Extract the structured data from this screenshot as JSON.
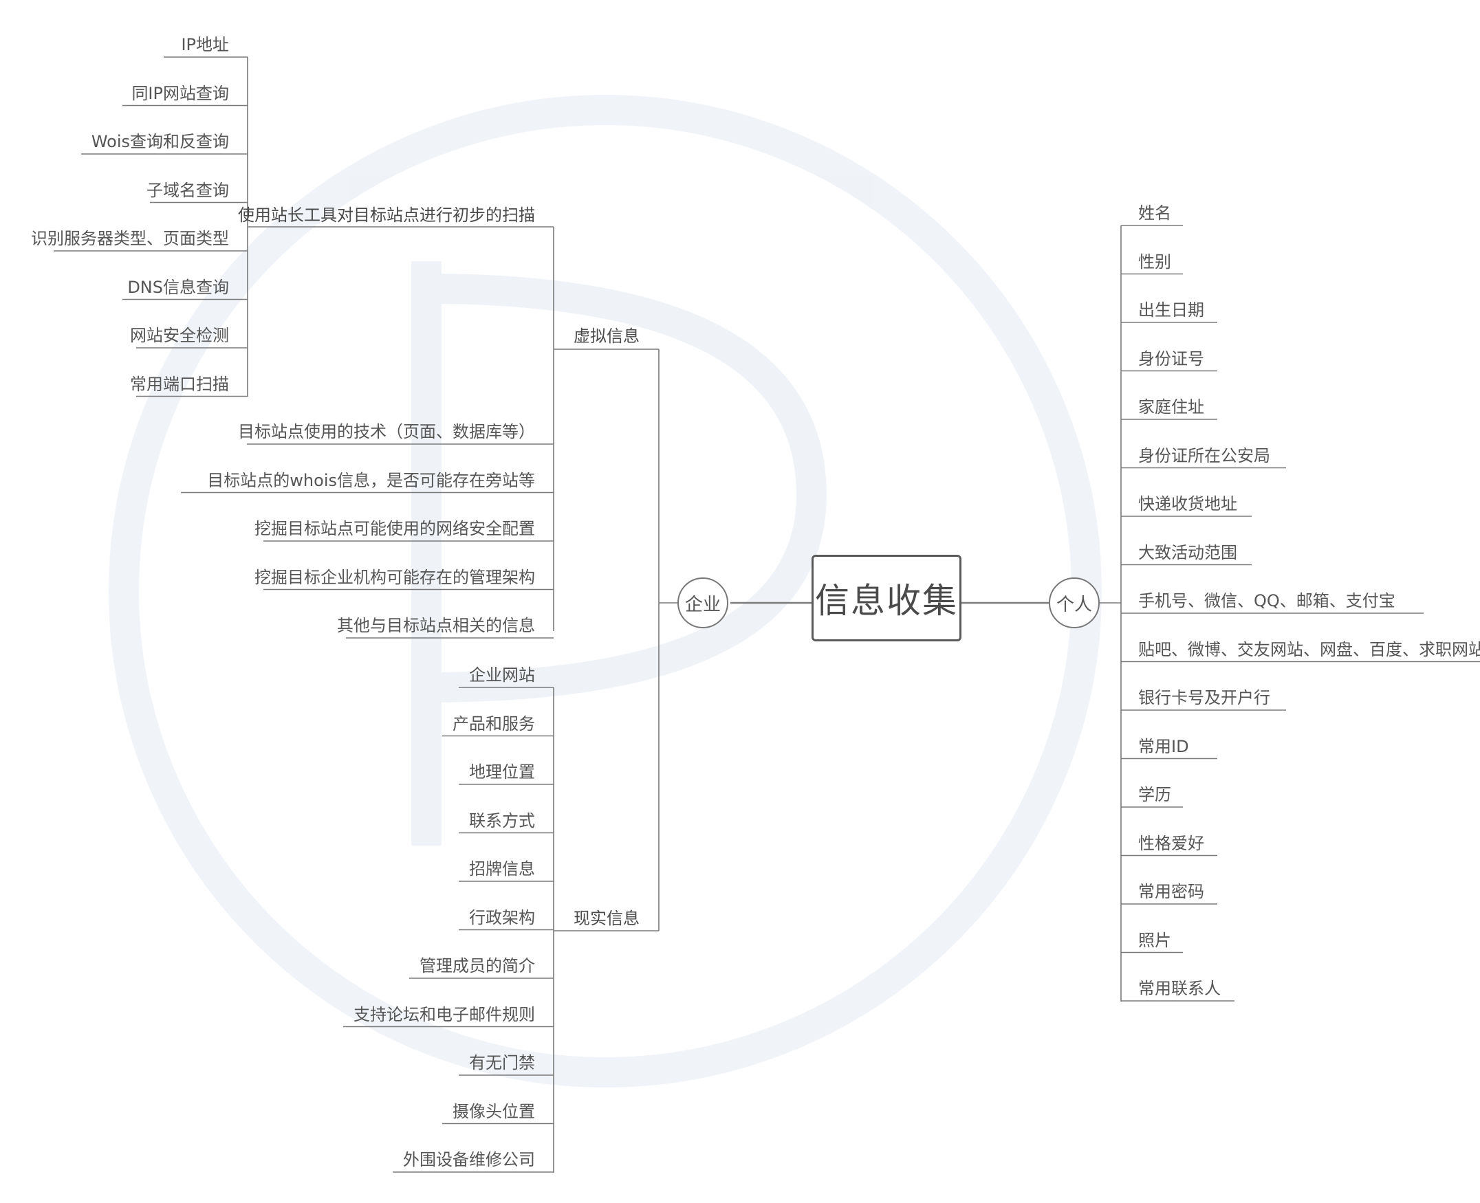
{
  "root": {
    "label": "信息收集"
  },
  "enterprise": {
    "label": "企业",
    "virtual": {
      "label": "虚拟信息",
      "scan": {
        "label": "使用站长工具对目标站点进行初步的扫描",
        "items": [
          "IP地址",
          "同IP网站查询",
          "Wois查询和反查询",
          "子域名查询",
          "识别服务器类型、页面类型",
          "DNS信息查询",
          "网站安全检测",
          "常用端口扫描"
        ]
      },
      "items": [
        "目标站点使用的技术（页面、数据库等）",
        "目标站点的whois信息，是否可能存在旁站等",
        "挖掘目标站点可能使用的网络安全配置",
        "挖掘目标企业机构可能存在的管理架构",
        "其他与目标站点相关的信息"
      ]
    },
    "real": {
      "label": "现实信息",
      "items": [
        "企业网站",
        "产品和服务",
        "地理位置",
        "联系方式",
        "招牌信息",
        "行政架构",
        "管理成员的简介",
        "支持论坛和电子邮件规则",
        "有无门禁",
        "摄像头位置",
        "外围设备维修公司"
      ]
    }
  },
  "personal": {
    "label": "个人",
    "items": [
      "姓名",
      "性别",
      "出生日期",
      "身份证号",
      "家庭住址",
      "身份证所在公安局",
      "快递收货地址",
      "大致活动范围",
      "手机号、微信、QQ、邮箱、支付宝",
      "贴吧、微博、交友网站、网盘、百度、求职网站",
      "银行卡号及开户行",
      "常用ID",
      "学历",
      "性格爱好",
      "常用密码",
      "照片",
      "常用联系人"
    ]
  }
}
